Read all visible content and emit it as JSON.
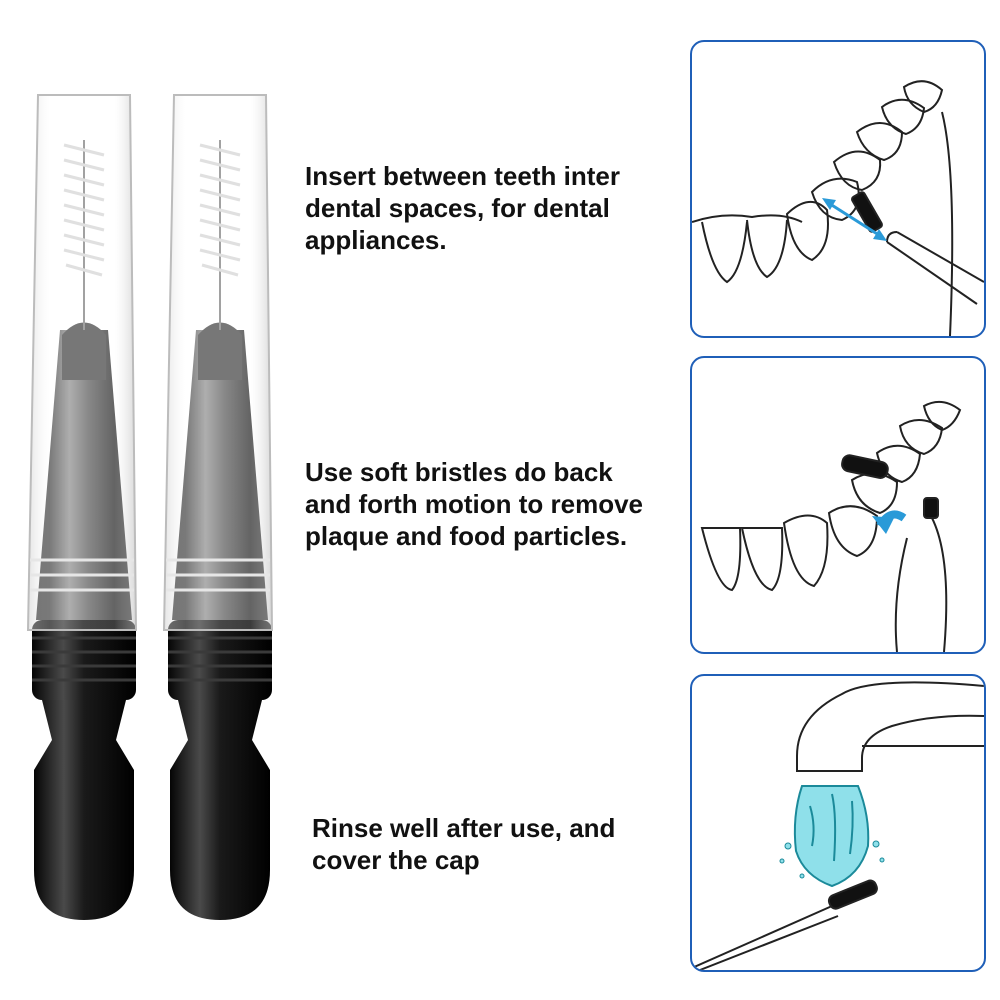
{
  "accent_color": "#1f5fb8",
  "arrow_color": "#2a9ad8",
  "water_color": "#8fe0ea",
  "product": {
    "brush_count": 2,
    "handle_color": "#111111",
    "cap": "transparent"
  },
  "steps": [
    {
      "lines": [
        "Insert between teeth inter",
        "dental spaces, for dental",
        "appliances."
      ],
      "illustration": "insert-between-teeth-illustration"
    },
    {
      "lines": [
        "Use soft bristles do back",
        "and forth motion to remove",
        "plaque and food particles."
      ],
      "illustration": "back-and-forth-brushing-illustration"
    },
    {
      "lines": [
        "Rinse well after use, and",
        "cover the cap"
      ],
      "illustration": "rinse-under-tap-illustration"
    }
  ]
}
